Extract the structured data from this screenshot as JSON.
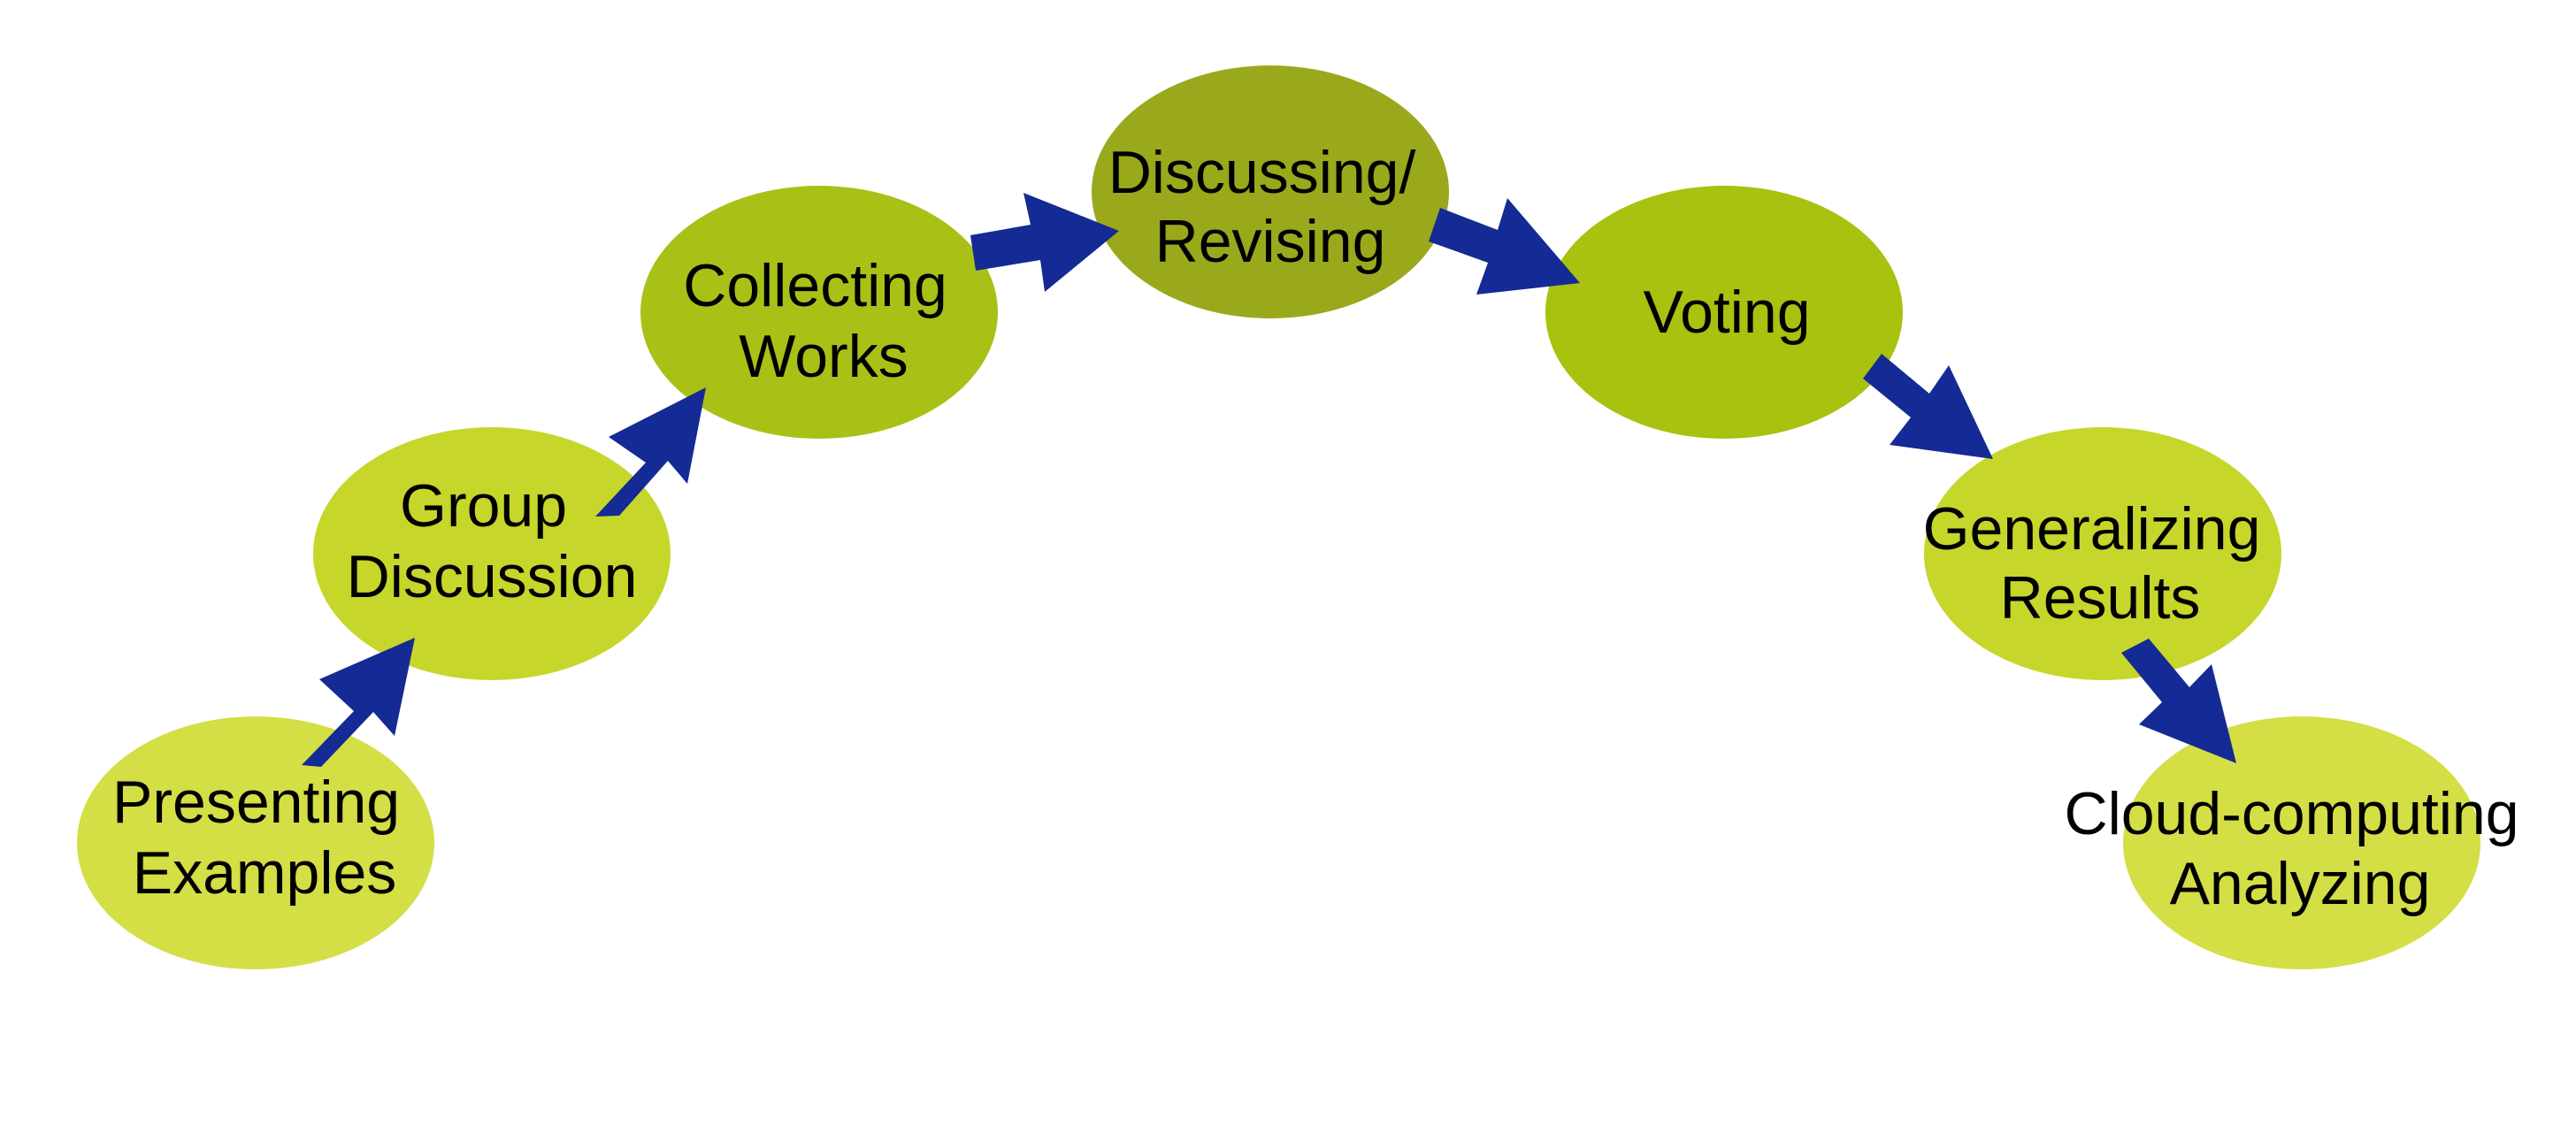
{
  "diagram": {
    "type": "process-flow",
    "arrow_color": "#142a94",
    "steps": [
      {
        "id": "presenting-examples",
        "lines": [
          "Presenting",
          "Examples"
        ],
        "color": "#d4de45"
      },
      {
        "id": "group-discussion",
        "lines": [
          "Group",
          "Discussion"
        ],
        "color": "#c6d62a"
      },
      {
        "id": "collecting-works",
        "lines": [
          "Collecting",
          "Works"
        ],
        "color": "#a9c116"
      },
      {
        "id": "discussing-revising",
        "lines": [
          "Discussing/",
          "Revising"
        ],
        "color": "#9aa81c"
      },
      {
        "id": "voting",
        "lines": [
          "Voting"
        ],
        "color": "#a9c10f"
      },
      {
        "id": "generalizing-results",
        "lines": [
          "Generalizing",
          "Results"
        ],
        "color": "#c6d62a"
      },
      {
        "id": "cloud-computing-analyzing",
        "lines": [
          "Cloud-computing",
          "Analyzing"
        ],
        "color": "#d4de45"
      }
    ]
  }
}
